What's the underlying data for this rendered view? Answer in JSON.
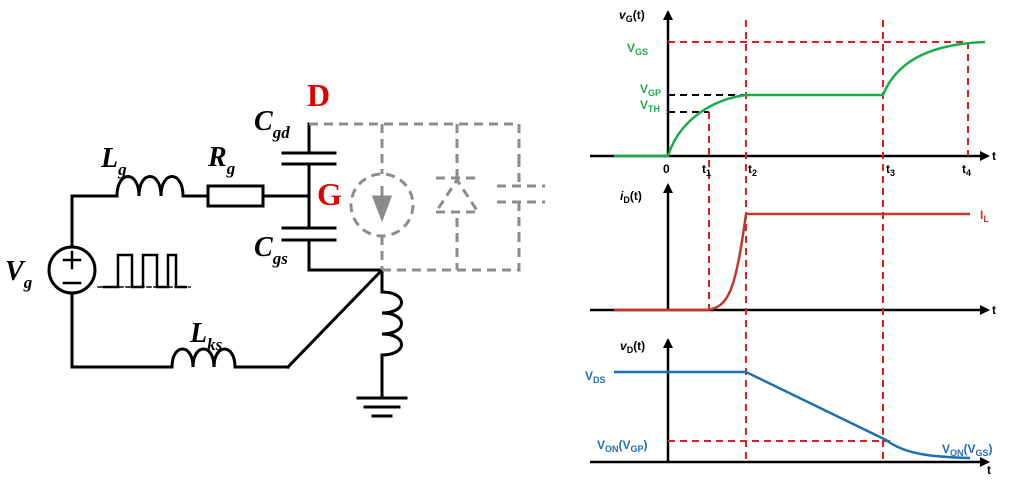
{
  "circuit": {
    "source": {
      "name": "V",
      "sub": "g"
    },
    "gate_inductor": {
      "name": "L",
      "sub": "g"
    },
    "gate_resistor": {
      "name": "R",
      "sub": "g"
    },
    "kelvin_inductor": {
      "name": "L",
      "sub": "ks"
    },
    "cap_gd": {
      "name": "C",
      "sub": "gd"
    },
    "cap_gs": {
      "name": "C",
      "sub": "gs"
    },
    "drain_label": "D",
    "gate_label": "G",
    "terminal_color": "#e00000",
    "wire_color": "#000000",
    "device_model_color": "#8c8c8c"
  },
  "waveforms": {
    "colors": {
      "vg": "#1aab4b",
      "id": "#c0392b",
      "vd": "#1f6fb5",
      "guide": "#e02020",
      "ref": "#000000"
    },
    "vg_panel": {
      "ylabel": {
        "pre": "v",
        "sub": "G",
        "post": "(t)"
      },
      "levels": [
        {
          "main": "V",
          "sub": "GS"
        },
        {
          "main": "V",
          "sub": "GP"
        },
        {
          "main": "V",
          "sub": "TH"
        }
      ],
      "xaxis": "t",
      "time_marks": [
        {
          "main": "0",
          "sub": ""
        },
        {
          "main": "t",
          "sub": "1"
        },
        {
          "main": "t",
          "sub": "2"
        },
        {
          "main": "t",
          "sub": "3"
        },
        {
          "main": "t",
          "sub": "4"
        }
      ]
    },
    "id_panel": {
      "ylabel": {
        "pre": "i",
        "sub": "D",
        "post": "(t)"
      },
      "level": {
        "main": "I",
        "sub": "L"
      },
      "xaxis": "t"
    },
    "vd_panel": {
      "ylabel": {
        "pre": "v",
        "sub": "D",
        "post": "(t)"
      },
      "vds": {
        "main": "V",
        "sub": "DS"
      },
      "von_gp": {
        "main": "V",
        "sub": "ON",
        "post": "(V",
        "sub2": "GP",
        "post2": ")"
      },
      "von_gs": {
        "main": "V",
        "sub": "ON",
        "post": "(V",
        "sub2": "GS",
        "post2": ")"
      },
      "xaxis": "t"
    }
  }
}
